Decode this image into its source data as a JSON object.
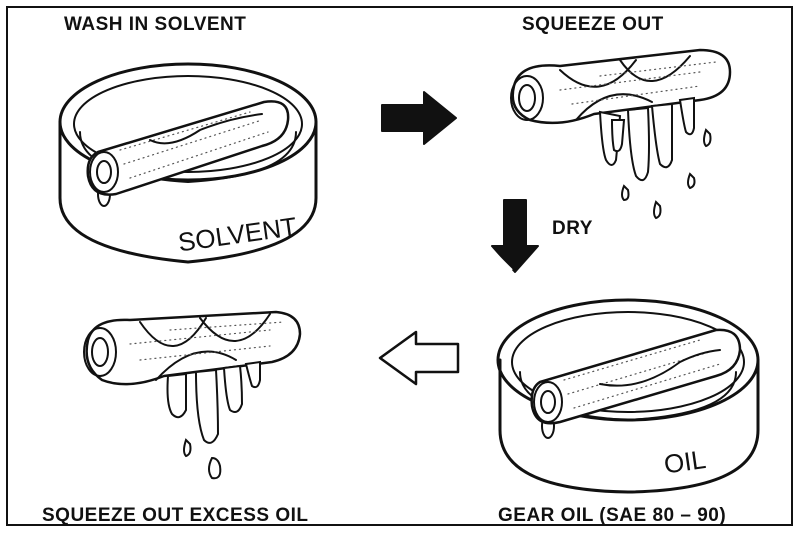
{
  "steps": {
    "wash": "WASH IN SOLVENT",
    "squeeze": "SQUEEZE OUT",
    "dry": "DRY",
    "gear_oil": "GEAR OIL (SAE 80 – 90)",
    "excess": "SQUEEZE OUT EXCESS OIL"
  },
  "containers": {
    "solvent": "SOLVENT",
    "oil": "OIL"
  },
  "colors": {
    "ink": "#111111",
    "paper": "#ffffff"
  },
  "icons": [
    "arrow-right-icon",
    "arrow-down-icon",
    "arrow-left-icon"
  ]
}
